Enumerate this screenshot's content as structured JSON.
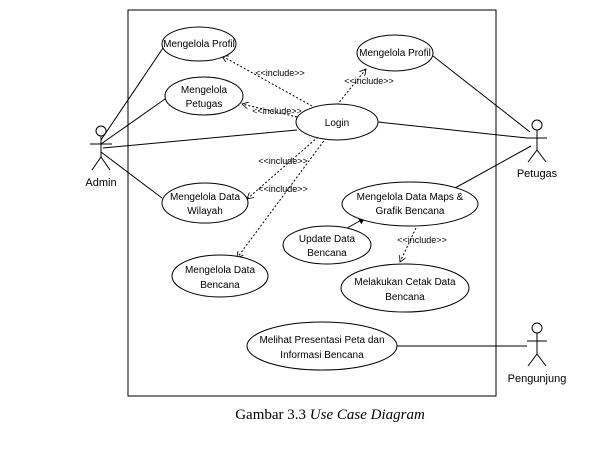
{
  "actors": {
    "admin": "Admin",
    "petugas": "Petugas",
    "pengunjung": "Pengunjung"
  },
  "use_cases": {
    "mengelola_profil_admin": [
      "Mengelola Profil"
    ],
    "mengelola_petugas": [
      "Mengelola",
      "Petugas"
    ],
    "login": [
      "Login"
    ],
    "mengelola_profil_petugas": [
      "Mengelola Profil"
    ],
    "mengelola_data_wilayah": [
      "Mengelola Data",
      "Wilayah"
    ],
    "mengelola_data_maps": [
      "Mengelola Data Maps &",
      "Grafik Bencana"
    ],
    "update_data_bencana": [
      "Update Data",
      "Bencana"
    ],
    "mengelola_data_bencana": [
      "Mengelola Data",
      "Bencana"
    ],
    "melakukan_cetak": [
      "Melakukan Cetak Data",
      "Bencana"
    ],
    "melihat_presentasi": [
      "Melihat Presentasi Peta dan",
      "Informasi Bencana"
    ]
  },
  "relationships": {
    "include_label": "<<include>>"
  },
  "caption": {
    "prefix": "Gambar 3.3 ",
    "italic": "Use Case Diagram"
  }
}
